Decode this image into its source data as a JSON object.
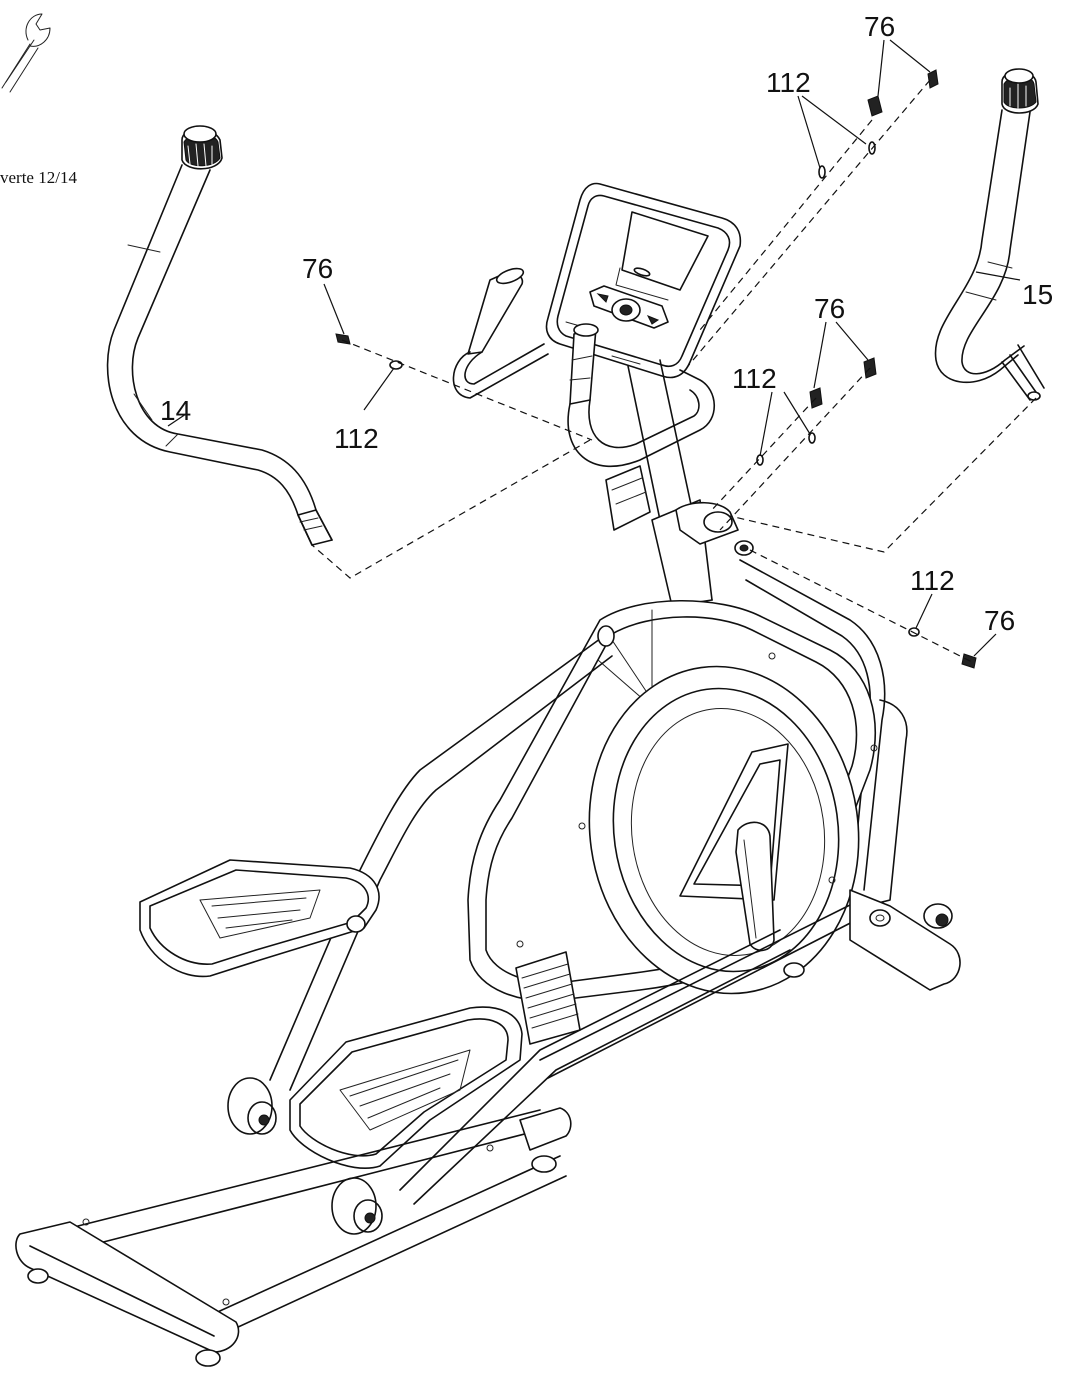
{
  "diagram": {
    "note_text": "verte 12/14",
    "callouts": {
      "c76_top": "76",
      "c112_top": "112",
      "c76_left": "76",
      "c112_left": "112",
      "c14": "14",
      "c15": "15",
      "c76_mid": "76",
      "c112_mid": "112",
      "c112_right": "112",
      "c76_right": "76"
    }
  },
  "icons": {
    "wrench": "wrench-icon"
  }
}
